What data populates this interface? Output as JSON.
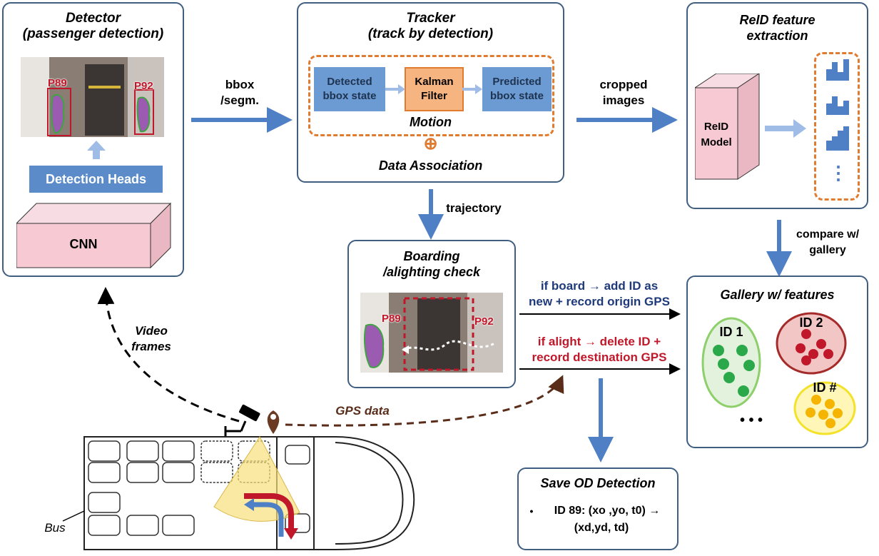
{
  "detector": {
    "title_line1": "Detector",
    "title_line2": "(passenger detection)",
    "det_label_a": "P89",
    "det_label_b": "P92",
    "heads_label": "Detection Heads",
    "cnn_label": "CNN"
  },
  "tracker": {
    "title_line1": "Tracker",
    "title_line2": "(track by detection)",
    "detected_state": "Detected bbox state",
    "kalman_filter": "Kalman Filter",
    "predicted_state": "Predicted bbox state",
    "motion_label": "Motion",
    "association_symbol": "⊕",
    "association_label": "Data Association"
  },
  "reid": {
    "title_line1": "ReID feature",
    "title_line2": "extraction",
    "model_label": "ReID Model",
    "more_symbol": "⋮"
  },
  "boarding": {
    "title_line1": "Boarding",
    "title_line2": "/alighting check",
    "det_label_a": "P89",
    "det_label_b": "P92"
  },
  "gallery": {
    "title": "Gallery w/ features",
    "clusters": [
      {
        "label": "ID 1",
        "color": "#2aa84a",
        "fill": "#e3f2dc",
        "border": "#8ccf6b"
      },
      {
        "label": "ID 2",
        "color": "#c0182a",
        "fill": "#f3c6c6",
        "border": "#a52a2a"
      },
      {
        "label": "ID #",
        "color": "#f5b400",
        "fill": "#fff6b8",
        "border": "#f2e22a"
      }
    ],
    "ellipsis": "• • •"
  },
  "save": {
    "title": "Save OD Detection",
    "bullet": "•",
    "line1": "ID 89: (xo ,yo, t0) →",
    "line2": "(xd,yd, td)"
  },
  "arrows": {
    "bbox_line1": "bbox",
    "bbox_line2": "/segm.",
    "cropped_line1": "cropped",
    "cropped_line2": "images",
    "trajectory": "trajectory",
    "compare_line1": "compare w/",
    "compare_line2": "gallery",
    "board_line1": "if board → add ID as",
    "board_line2": "new + record origin GPS",
    "alight_line1": "if alight → delete ID +",
    "alight_line2": "record destination GPS",
    "video_line1": "Video",
    "video_line2": "frames",
    "gps": "GPS data"
  },
  "bus": {
    "label": "Bus"
  },
  "colors": {
    "box_border": "#3f5e80",
    "arrow_blue": "#4f7fc4",
    "orange": "#e07b30",
    "board_text": "#1f3a7a",
    "alight_text": "#c0182a",
    "gps_arrow": "#5a2d1a"
  }
}
